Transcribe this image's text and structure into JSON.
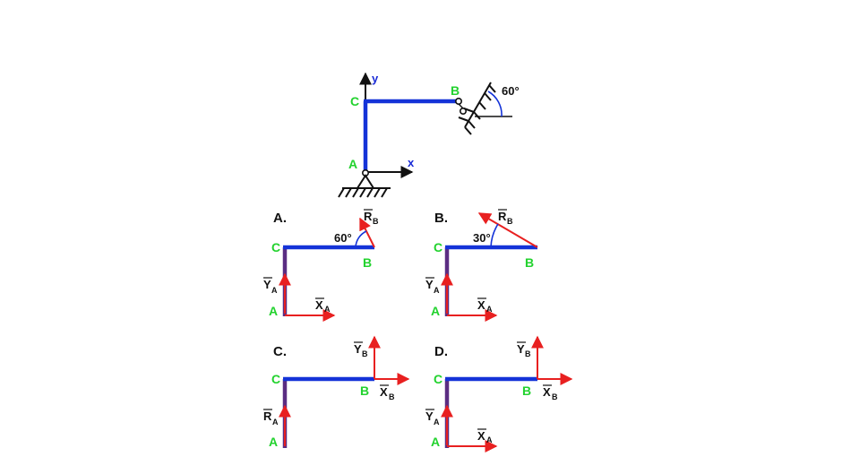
{
  "colors": {
    "beam": "#1433d8",
    "column": "#5b2d82",
    "force": "#e82020",
    "point_label": "#22d22e",
    "axis_label": "#1a2bd6"
  },
  "main": {
    "axis_y": "y",
    "axis_x": "x",
    "point_a": "A",
    "point_b": "B",
    "point_c": "C",
    "angle": "60°"
  },
  "options": [
    {
      "letter": "A.",
      "point_a": "A",
      "point_b": "B",
      "point_c": "C",
      "force_b": "R",
      "force_b_sub": "B",
      "angle": "60°",
      "force_a_y": "Y",
      "force_a_y_sub": "A",
      "force_a_x": "X",
      "force_a_x_sub": "A"
    },
    {
      "letter": "B.",
      "point_a": "A",
      "point_b": "B",
      "point_c": "C",
      "force_b": "R",
      "force_b_sub": "B",
      "angle": "30°",
      "force_a_y": "Y",
      "force_a_y_sub": "A",
      "force_a_x": "X",
      "force_a_x_sub": "A"
    },
    {
      "letter": "C.",
      "point_a": "A",
      "point_b": "B",
      "point_c": "C",
      "force_b_y": "Y",
      "force_b_y_sub": "B",
      "force_b_x": "X",
      "force_b_x_sub": "B",
      "force_a_r": "R",
      "force_a_r_sub": "A"
    },
    {
      "letter": "D.",
      "point_a": "A",
      "point_b": "B",
      "point_c": "C",
      "force_b_y": "Y",
      "force_b_y_sub": "B",
      "force_b_x": "X",
      "force_b_x_sub": "B",
      "force_a_y": "Y",
      "force_a_y_sub": "A",
      "force_a_x": "X",
      "force_a_x_sub": "A"
    }
  ]
}
